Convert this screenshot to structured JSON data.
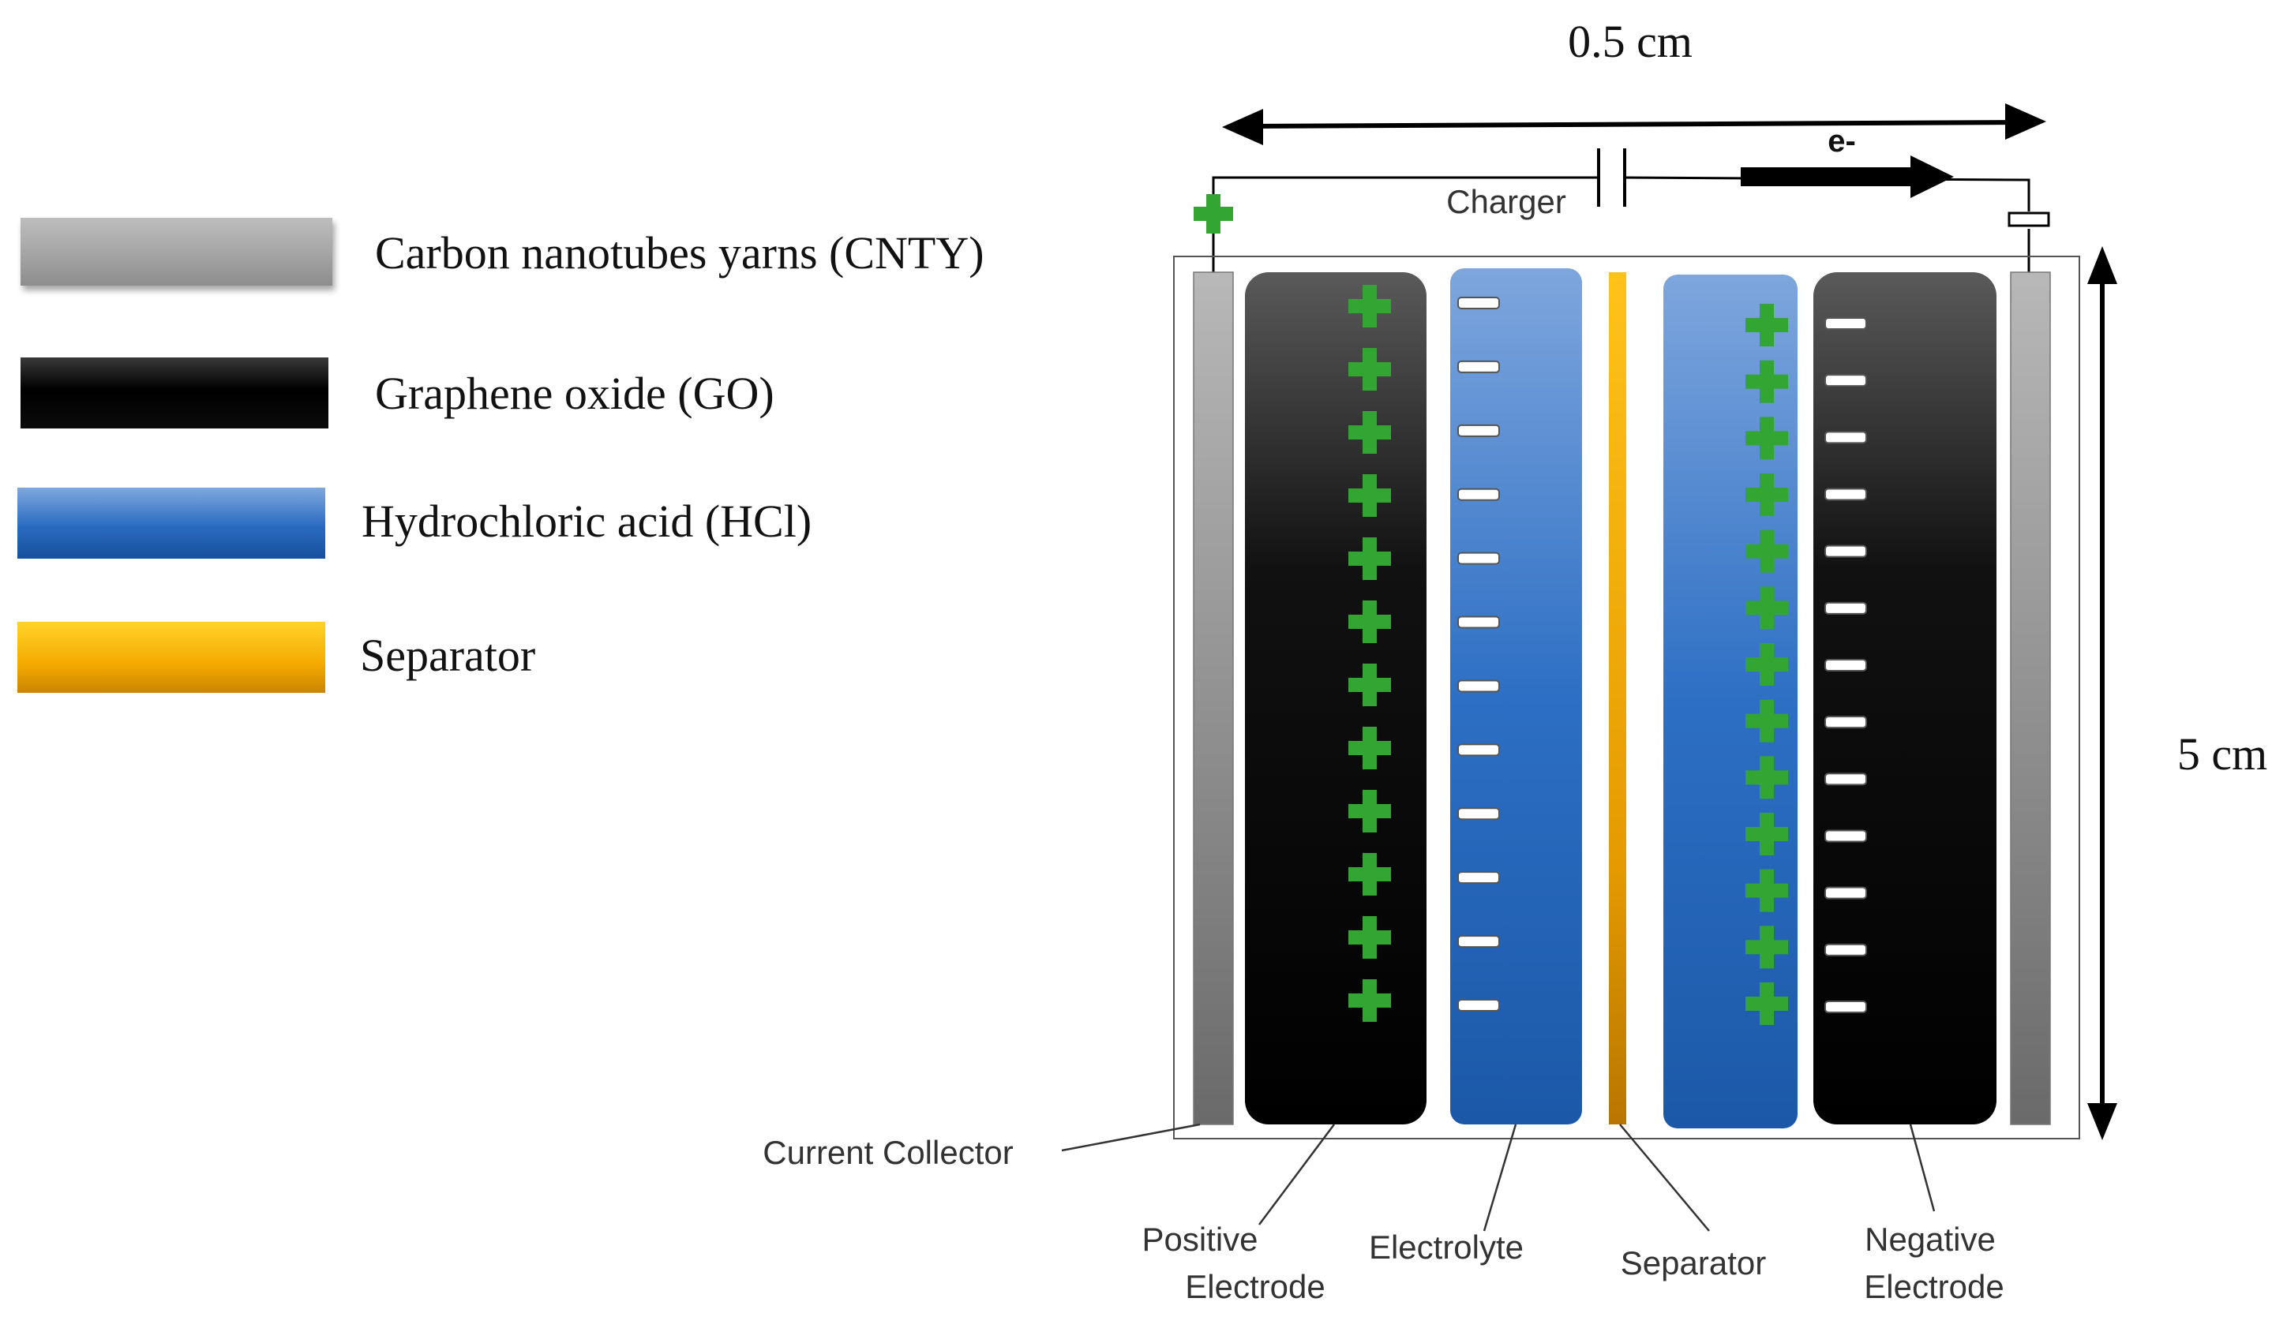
{
  "colors": {
    "cnty": "#a3a3a3",
    "graphene": "#0d0d0d",
    "hcl": "#2e6fbf",
    "separator": "#f2ad00",
    "plus": "#33a532",
    "minus": "#ffffff",
    "wire": "#000000"
  },
  "legend": [
    {
      "key": "cnty",
      "label": "Carbon nanotubes yarns (CNTY)"
    },
    {
      "key": "go",
      "label": "Graphene oxide (GO)"
    },
    {
      "key": "hcl",
      "label": "Hydrochloric acid (HCl)"
    },
    {
      "key": "sep",
      "label": "Separator"
    }
  ],
  "dimensions": {
    "width": "0.5 cm",
    "height": "5 cm"
  },
  "circuit": {
    "charger_label": "Charger",
    "electron_label": "e-"
  },
  "callouts": {
    "current_collector": "Current Collector",
    "positive_electrode": [
      "Positive",
      "Electrode"
    ],
    "electrolyte": "Electrolyte",
    "separator": "Separator",
    "negative_electrode": [
      "Negative",
      "Electrode"
    ]
  },
  "charges": {
    "positive_electrode_plus": 12,
    "electrolyte_left_minus": 12,
    "electrolyte_right_plus": 13,
    "negative_electrode_minus": 13
  }
}
